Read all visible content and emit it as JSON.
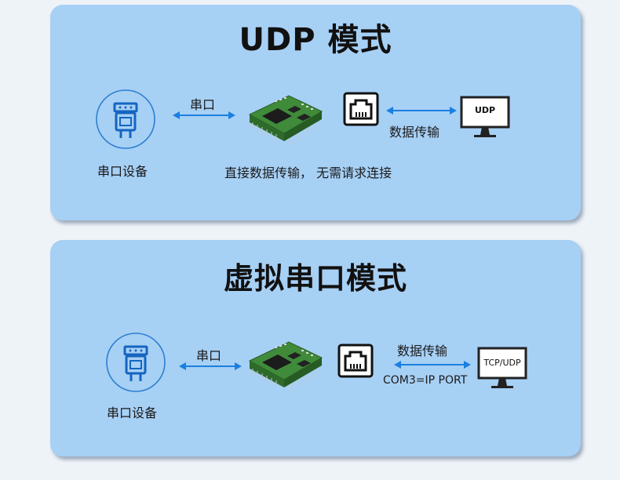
{
  "udp_panel": {
    "title": "UDP 模式",
    "serial_device_label": "串口设备",
    "serial_link_label": "串口",
    "module_caption": "直接数据传输， 无需请求连接",
    "network_link_label": "数据传输",
    "monitor_screen_text": "UDP"
  },
  "vcom_panel": {
    "title": "虚拟串口模式",
    "serial_device_label": "串口设备",
    "serial_link_label": "串口",
    "network_link_label": "数据传输",
    "network_link_sublabel": "COM3=IP PORT",
    "monitor_screen_text": "TCP/UDP"
  },
  "colors": {
    "panel_bg": "#a7d0f5",
    "arrow": "#1a7fe0",
    "icon_stroke": "#2c7fd0",
    "pcb_green": "#3f8b3a"
  }
}
